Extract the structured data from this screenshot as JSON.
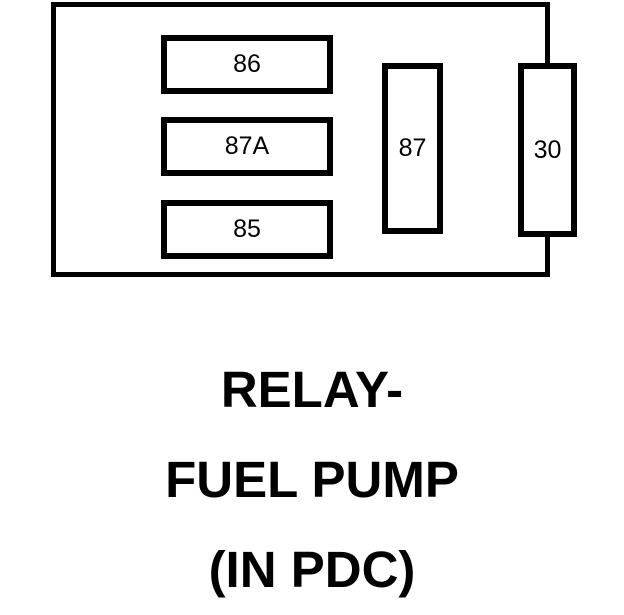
{
  "diagram": {
    "component_type": "relay",
    "housing": {
      "label": "relay-body-outline",
      "border_color": "#000000",
      "fill_color": "#ffffff"
    },
    "terminals": [
      {
        "id": "86",
        "label": "86",
        "orientation": "horizontal"
      },
      {
        "id": "87A",
        "label": "87A",
        "orientation": "horizontal"
      },
      {
        "id": "85",
        "label": "85",
        "orientation": "horizontal"
      },
      {
        "id": "87",
        "label": "87",
        "orientation": "vertical"
      },
      {
        "id": "30",
        "label": "30",
        "orientation": "vertical"
      }
    ],
    "caption": {
      "lines": [
        "RELAY-",
        "FUEL PUMP",
        "(IN PDC)"
      ]
    }
  }
}
